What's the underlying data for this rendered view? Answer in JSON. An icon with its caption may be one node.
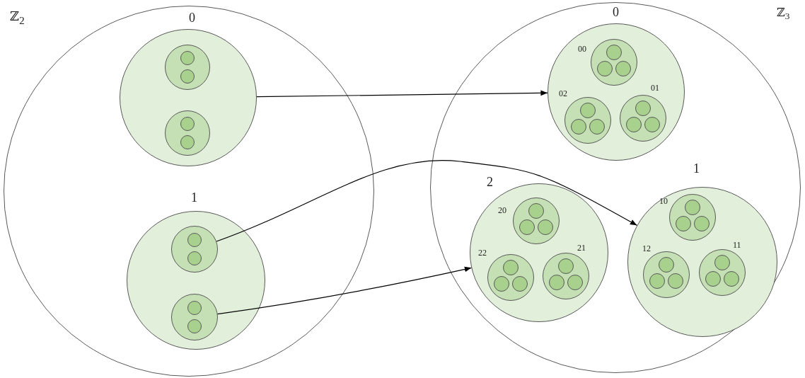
{
  "diagram": {
    "nodes": [
      {
        "text": [
          "ℤ$_{2}$"
        ]
      },
      {
        "text": [
          "0"
        ],
        "in": 0
      },
      {
        "text": [],
        "shape": "circle",
        "in": 1
      },
      {
        "text": [],
        "shape": "circle",
        "in": 2
      },
      {
        "text": [],
        "shape": "circle",
        "in": 2
      },
      {
        "text": [],
        "shape": "circle",
        "in": 1
      },
      {
        "text": [],
        "shape": "circle",
        "in": 5
      },
      {
        "text": [],
        "shape": "circle",
        "in": 5
      },
      {
        "text": [
          "1"
        ],
        "in": 0
      },
      {
        "text": [],
        "shape": "circle",
        "in": 8
      },
      {
        "text": [],
        "shape": "circle",
        "in": 9
      },
      {
        "text": [],
        "shape": "circle",
        "in": 9
      },
      {
        "text": [],
        "shape": "circle",
        "in": 8
      },
      {
        "text": [],
        "shape": "circle",
        "in": 12
      },
      {
        "text": [],
        "shape": "circle",
        "in": 12
      },
      {
        "text": [
          "ℤ$_{3}$"
        ]
      },
      {
        "text": [
          "0"
        ],
        "in": 15
      },
      {
        "text": [
          "00"
        ],
        "in": 16
      },
      {
        "text": [],
        "shape": "circle",
        "in": 17
      },
      {
        "text": [],
        "shape": "circle",
        "in": 17
      },
      {
        "text": [],
        "shape": "circle",
        "in": 17
      },
      {
        "text": [
          "02"
        ],
        "in": 16
      },
      {
        "text": [],
        "shape": "circle",
        "in": 21
      },
      {
        "text": [],
        "shape": "circle",
        "in": 21
      },
      {
        "text": [],
        "shape": "circle",
        "in": 21
      },
      {
        "text": [
          "01"
        ],
        "in": 16
      },
      {
        "text": [],
        "shape": "circle",
        "in": 25
      },
      {
        "text": [],
        "shape": "circle",
        "in": 25
      },
      {
        "text": [],
        "shape": "circle",
        "in": 25
      },
      {
        "text": [
          "2"
        ],
        "in": 15
      },
      {
        "text": [
          "20"
        ],
        "in": 29
      },
      {
        "text": [],
        "shape": "circle",
        "in": 30
      },
      {
        "text": [],
        "shape": "circle",
        "in": 30
      },
      {
        "text": [],
        "shape": "circle",
        "in": 30
      },
      {
        "text": [
          "22"
        ],
        "in": 29
      },
      {
        "text": [],
        "shape": "circle",
        "in": 34
      },
      {
        "text": [],
        "shape": "circle",
        "in": 34
      },
      {
        "text": [],
        "shape": "circle",
        "in": 34
      },
      {
        "text": [
          "21"
        ],
        "in": 29
      },
      {
        "text": [],
        "shape": "circle",
        "in": 38
      },
      {
        "text": [],
        "shape": "circle",
        "in": 38
      },
      {
        "text": [],
        "shape": "circle",
        "in": 38
      },
      {
        "text": [
          "1"
        ],
        "in": 15
      },
      {
        "text": [
          "10"
        ],
        "in": 42
      },
      {
        "text": [],
        "shape": "circle",
        "in": 43
      },
      {
        "text": [],
        "shape": "circle",
        "in": 43
      },
      {
        "text": [],
        "shape": "circle",
        "in": 43
      },
      {
        "text": [
          "12"
        ],
        "in": 42
      },
      {
        "text": [],
        "shape": "circle",
        "in": 47
      },
      {
        "text": [],
        "shape": "circle",
        "in": 47
      },
      {
        "text": [],
        "shape": "circle",
        "in": 47
      },
      {
        "text": [
          "11"
        ],
        "in": 42
      },
      {
        "text": [],
        "shape": "circle",
        "in": 51
      },
      {
        "text": [],
        "shape": "circle",
        "in": 51
      },
      {
        "text": [],
        "shape": "circle",
        "in": 51
      }
    ],
    "edges": [
      {
        "from": 1,
        "to": 16,
        "arrow": "to"
      },
      {
        "from": 9,
        "to": 42,
        "arrow": "to"
      },
      {
        "from": 12,
        "to": 29,
        "arrow": "to"
      }
    ]
  }
}
